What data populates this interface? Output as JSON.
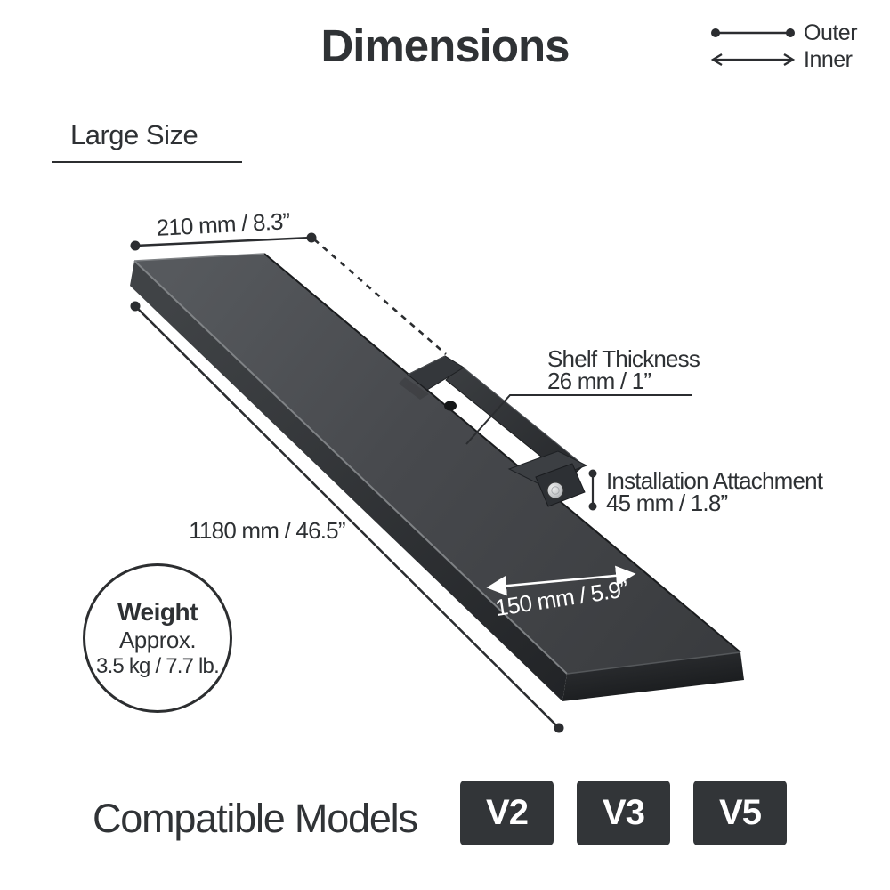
{
  "title": "Dimensions",
  "legend": {
    "outer": "Outer",
    "inner": "Inner"
  },
  "size_label": "Large Size",
  "measurements": {
    "depth_outer": "210 mm / 8.3”",
    "length": "1180 mm / 46.5”",
    "width_inner": "150 mm / 5.9”",
    "shelf_thickness": {
      "label": "Shelf Thickness",
      "value": "26 mm / 1”"
    },
    "installation_attachment": {
      "label": "Installation Attachment",
      "value": "45 mm / 1.8”"
    }
  },
  "weight_badge": {
    "title": "Weight",
    "line1": "Approx.",
    "line2": "3.5 kg / 7.7 lb."
  },
  "footer": {
    "label": "Compatible Models",
    "models": [
      "V2",
      "V3",
      "V5"
    ]
  },
  "colors": {
    "text": "#2e3134",
    "measure_line": "#2b2d30",
    "shelf_top": "#47494d",
    "shelf_side": "#2a2c2f",
    "badge_bg": "#323538",
    "badge_text": "#ffffff"
  }
}
